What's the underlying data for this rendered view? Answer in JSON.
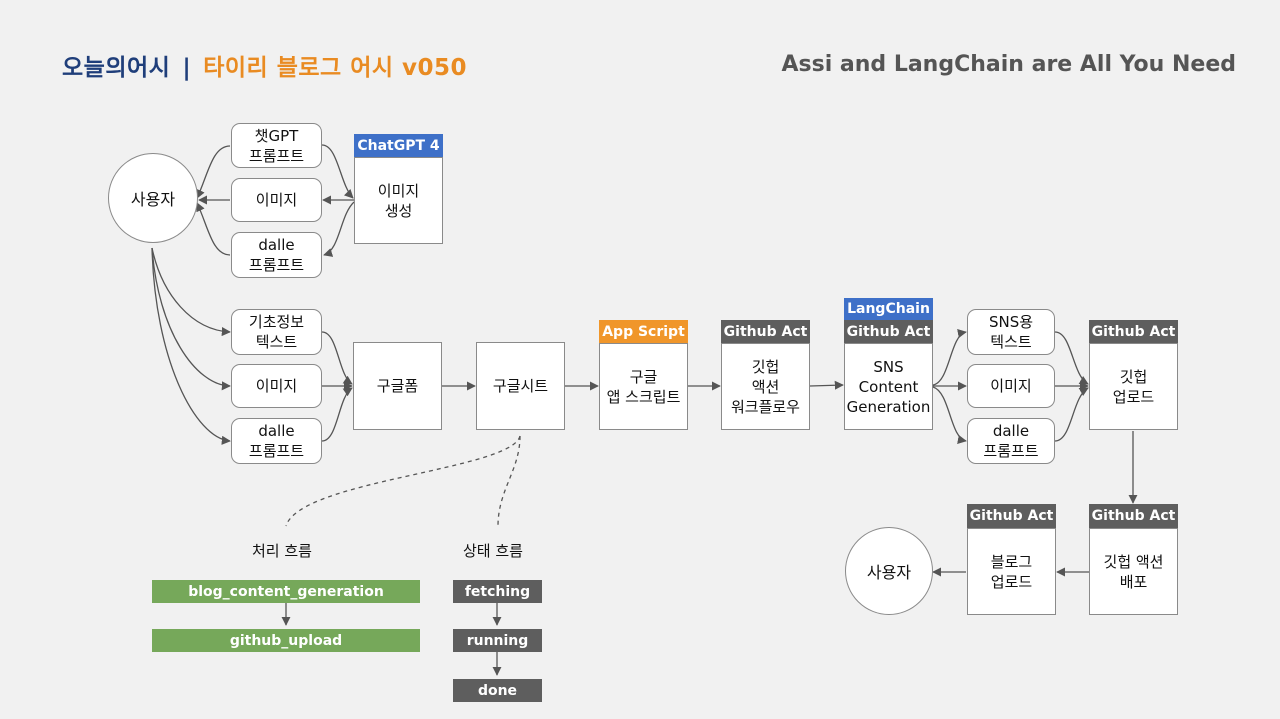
{
  "header": {
    "brand": "오늘의어시",
    "separator": "|",
    "subtitle": "타이리 블로그 어시 v050",
    "right_title": "Assi and LangChain are All You Need"
  },
  "nodes": {
    "user_top": "사용자",
    "chat_prompt": "챗GPT\n프롬프트",
    "image_top": "이미지",
    "dalle_prompt_top": "dalle\n프롬프트",
    "chatgpt4_tag": "ChatGPT 4",
    "image_gen": "이미지\n생성",
    "basic_info": "기초정보\n텍스트",
    "image_mid": "이미지",
    "dalle_prompt_mid": "dalle\n프롬프트",
    "google_form": "구글폼",
    "google_sheet": "구글시트",
    "app_script_tag": "App Script",
    "google_app_script": "구글\n앱 스크립트",
    "github_act_tag_1": "Github Act",
    "github_workflow": "깃헙\n액션\n워크플로우",
    "langchain_tag": "LangChain",
    "github_act_tag_2": "Github Act",
    "sns_content": "SNS\nContent\nGeneration",
    "sns_text": "SNS용\n텍스트",
    "image_right": "이미지",
    "dalle_prompt_right": "dalle\n프롬프트",
    "github_act_tag_3": "Github Act",
    "github_upload": "깃헙\n업로드",
    "github_act_tag_4": "Github Act",
    "github_deploy": "깃헙 액션\n배포",
    "github_act_tag_5": "Github Act",
    "blog_upload": "블로그\n업로드",
    "user_bottom": "사용자"
  },
  "flows": {
    "process_label": "처리 흐름",
    "process_steps": [
      "blog_content_generation",
      "github_upload"
    ],
    "status_label": "상태 흐름",
    "status_steps": [
      "fetching",
      "running",
      "done"
    ]
  },
  "colors": {
    "brand": "#1f3e7a",
    "subtitle": "#e98b22",
    "tag_gray": "#5e5e5e",
    "tag_blue": "#3e70c8",
    "tag_orange": "#f0962a",
    "process_green": "#76a85a"
  }
}
